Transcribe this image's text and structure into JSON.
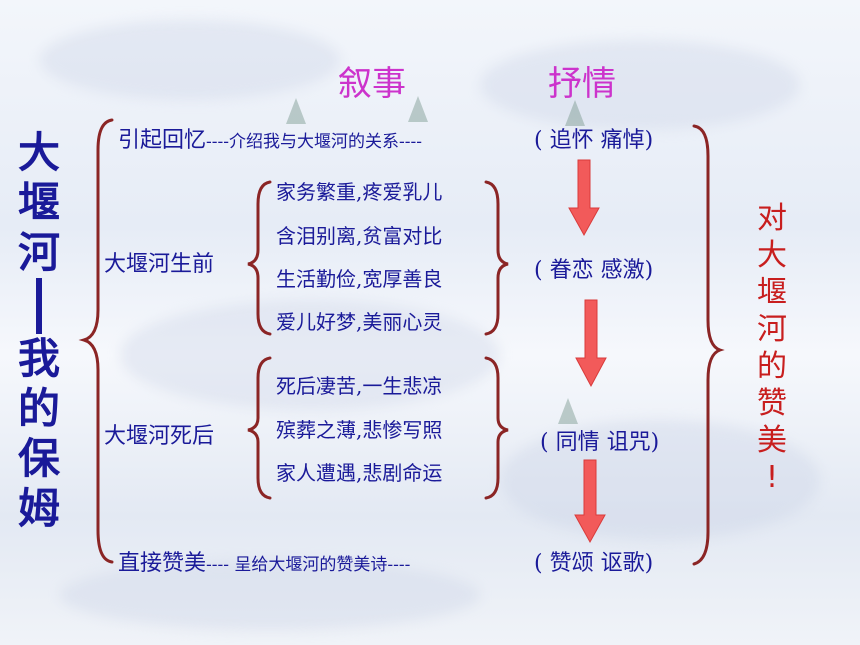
{
  "headings": {
    "narrative": "叙事",
    "lyric": "抒情"
  },
  "left_title": {
    "top": [
      "大",
      "堰",
      "河"
    ],
    "bottom": [
      "我",
      "的",
      "保",
      "姆"
    ]
  },
  "right_note": [
    "对",
    "大",
    "堰",
    "河",
    "的",
    "赞",
    "美",
    "!"
  ],
  "rows": {
    "r1": {
      "main": "引起回忆",
      "dash1": "----",
      "rest": "介绍我与大堰河的关系",
      "dash2": "----",
      "emotion": "( 追怀  痛悼)"
    },
    "alive": {
      "label": "大堰河生前",
      "items": [
        "家务繁重,疼爱乳儿",
        "含泪别离,贫富对比",
        "生活勤俭,宽厚善良",
        "爱儿好梦,美丽心灵"
      ],
      "emotion": "( 眷恋  感激)"
    },
    "dead": {
      "label": "大堰河死后",
      "items": [
        "死后凄苦,一生悲凉",
        "殡葬之薄,悲惨写照",
        "家人遭遇,悲剧命运"
      ],
      "emotion": "( 同情 诅咒)"
    },
    "r4": {
      "main": "直接赞美",
      "dash1": "---- ",
      "rest": "呈给大堰河的赞美诗",
      "dash2": "----",
      "emotion": "( 赞颂  讴歌)"
    }
  }
}
